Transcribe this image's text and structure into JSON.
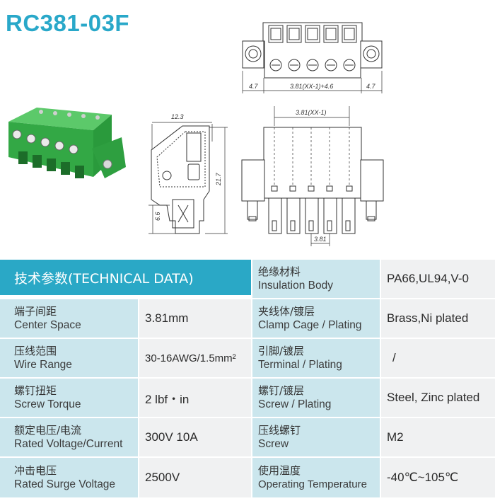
{
  "title": "RC381-03F",
  "dimensions": {
    "top_left": "4.7",
    "top_middle": "3.81(XX-1)+4.6",
    "top_right": "4.7",
    "pitch_span": "3.81(XX-1)",
    "side_width": "12.3",
    "side_height": "21.7",
    "side_pin": "6.6",
    "pin_pitch": "3.81"
  },
  "colors": {
    "header": "#2aa8c6",
    "label_bg": "#cbe6ed",
    "value_bg": "#f0f1f2",
    "title": "#29a8c9",
    "connector": "#3ab54a"
  },
  "table": {
    "header": "技术参数(TECHNICAL DATA)",
    "left_rows": [
      {
        "zh": "端子间距",
        "en": "Center Space",
        "value": "3.81mm"
      },
      {
        "zh": "压线范围",
        "en": "Wire Range",
        "value": "30-16AWG/1.5mm²"
      },
      {
        "zh": "螺钉扭矩",
        "en": "Screw Torque",
        "value": "2 lbf・in"
      },
      {
        "zh": "额定电压/电流",
        "en": "Rated Voltage/Current",
        "value": "300V 10A"
      },
      {
        "zh": "冲击电压",
        "en": "Rated Surge Voltage",
        "value": "2500V"
      }
    ],
    "right_rows": [
      {
        "zh": "绝缘材料",
        "en": "Insulation Body",
        "value": "PA66,UL94,V-0"
      },
      {
        "zh": "夹线体/镀层",
        "en": "Clamp Cage / Plating",
        "value": "Brass,Ni plated"
      },
      {
        "zh": "引脚/镀层",
        "en": "Terminal / Plating",
        "value": "/"
      },
      {
        "zh": "螺钉/镀层",
        "en": "Screw / Plating",
        "value": "Steel, Zinc plated"
      },
      {
        "zh": "压线螺钉",
        "en": "Screw",
        "value": "M2"
      },
      {
        "zh": "使用温度",
        "en": "Operating Temperature",
        "value": "-40℃~105℃"
      }
    ]
  }
}
